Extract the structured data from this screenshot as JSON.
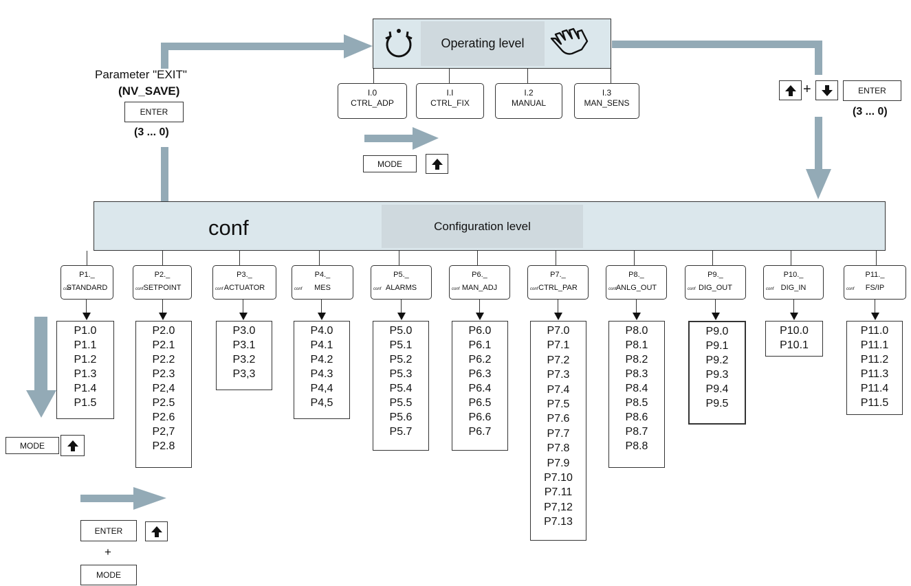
{
  "operating_level": {
    "label": "Operating level",
    "modes": [
      {
        "code": "I.0",
        "name": "CTRL_ADP"
      },
      {
        "code": "I.I",
        "name": "CTRL_FIX"
      },
      {
        "code": "I.2",
        "name": "MANUAL"
      },
      {
        "code": "I.3",
        "name": "MAN_SENS"
      }
    ]
  },
  "exit_path": {
    "param_label": "Parameter \"EXIT\"",
    "param_name": "(NV_SAVE)",
    "button": "ENTER",
    "countdown": "(3 ... 0)"
  },
  "enter_path": {
    "plus": "+",
    "button": "ENTER",
    "countdown": "(3 ... 0)"
  },
  "mode_switch": {
    "button": "MODE"
  },
  "configuration_level": {
    "label": "Configuration level",
    "tag": "conf",
    "groups": [
      {
        "title": "P1._",
        "name": "STANDARD",
        "items": [
          "P1.0",
          "P1.1",
          "P1.2",
          "P1.3",
          "P1.4",
          "P1.5"
        ]
      },
      {
        "title": "P2._",
        "name": "SETPOINT",
        "items": [
          "P2.0",
          "P2.1",
          "P2.2",
          "P2.3",
          "P2,4",
          "P2.5",
          "P2.6",
          "P2,7",
          "P2.8"
        ]
      },
      {
        "title": "P3._",
        "name": "ACTUATOR",
        "items": [
          "P3.0",
          "P3.1",
          "P3.2",
          "P3,3"
        ]
      },
      {
        "title": "P4._",
        "name": "MES",
        "items": [
          "P4.0",
          "P4.1",
          "P4.2",
          "P4.3",
          "P4,4",
          "P4,5"
        ]
      },
      {
        "title": "P5._",
        "name": "ALARMS",
        "items": [
          "P5.0",
          "P5.1",
          "P5.2",
          "P5.3",
          "P5.4",
          "P5.5",
          "P5.6",
          "P5.7"
        ]
      },
      {
        "title": "P6._",
        "name": "MAN_ADJ",
        "items": [
          "P6.0",
          "P6.1",
          "P6.2",
          "P6.3",
          "P6.4",
          "P6.5",
          "P6.6",
          "P6.7"
        ]
      },
      {
        "title": "P7._",
        "name": "CTRL_PAR",
        "items": [
          "P7.0",
          "P7.1",
          "P7.2",
          "P7.3",
          "P7.4",
          "P7.5",
          "P7.6",
          "P7.7",
          "P7.8",
          "P7.9",
          "P7.10",
          "P7.11",
          "P7,12",
          "P7.13"
        ]
      },
      {
        "title": "P8._",
        "name": "ANLG_OUT",
        "items": [
          "P8.0",
          "P8.1",
          "P8.2",
          "P8.3",
          "P8.4",
          "P8.5",
          "P8.6",
          "P8.7",
          "P8.8"
        ]
      },
      {
        "title": "P9._",
        "name": "DIG_OUT",
        "items": [
          "P9.0",
          "P9.1",
          "P9.2",
          "P9.3",
          "P9.4",
          "P9.5"
        ]
      },
      {
        "title": "P10._",
        "name": "DIG_IN",
        "items": [
          "P10.0",
          "P10.1"
        ]
      },
      {
        "title": "P11._",
        "name": "FS/IP",
        "items": [
          "P11.0",
          "P11.1",
          "P11.2",
          "P11.3",
          "P11.4",
          "P11.5"
        ]
      }
    ],
    "box_conf_tag": "conf"
  },
  "param_nav": {
    "mode_button": "MODE",
    "enter_button": "ENTER",
    "plus": "+",
    "mode_button_2": "MODE"
  },
  "colors": {
    "flow_bar": "#93aab6",
    "level_fill": "#dbe7ec",
    "label_fill": "#cfd9de"
  }
}
